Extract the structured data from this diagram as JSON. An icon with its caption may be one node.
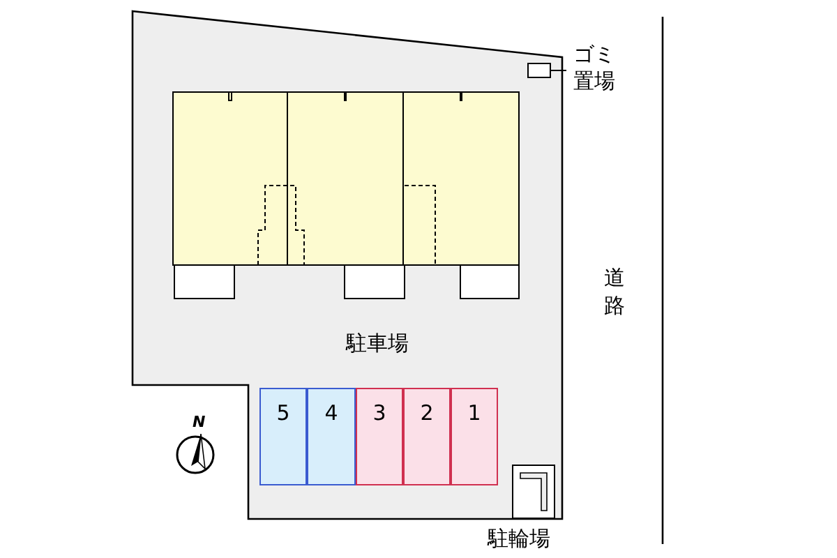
{
  "diagram": {
    "nodes": [
      {
        "text": [
          "5"
        ]
      },
      {
        "text": [
          "4"
        ]
      },
      {
        "text": [
          "3"
        ]
      },
      {
        "text": [
          "2"
        ]
      },
      {
        "text": [
          "1"
        ]
      },
      {
        "text": [],
        "shape": "box"
      },
      {
        "text": [
          "ゴミ置場"
        ]
      },
      {
        "text": [],
        "shape": "box"
      },
      {
        "text": [
          "駐輪場"
        ]
      }
    ],
    "edges": [
      {
        "from": 6,
        "to": 5,
        "arrow": "none"
      },
      {
        "from": 8,
        "to": 7,
        "arrow": "none"
      }
    ],
    "labels": [
      "N",
      "駐車場",
      "道路"
    ]
  }
}
